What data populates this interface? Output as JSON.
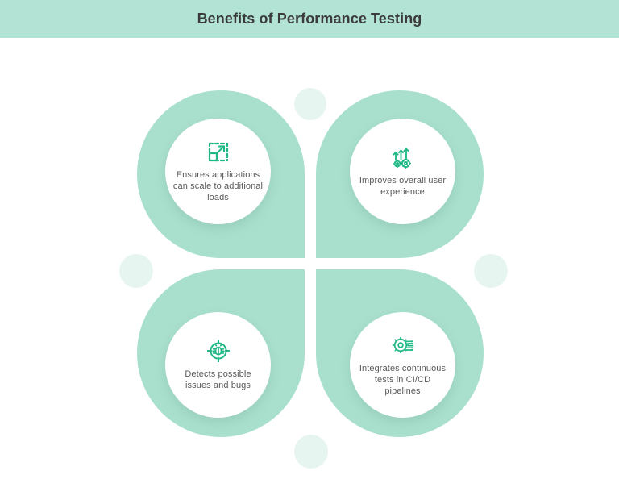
{
  "header": {
    "title": "Benefits of Performance Testing",
    "band_color": "#b3e3d4",
    "title_color": "#3b3b3b"
  },
  "theme": {
    "petal_color": "#a9e0cd",
    "decorative_circle_color": "#e7f5f0",
    "icon_color": "#22b886",
    "card_background": "#ffffff",
    "body_text_color": "#595959",
    "page_background": "#ffffff"
  },
  "infographic": {
    "layout": "four-petal-quadrant",
    "cards": [
      {
        "position": "top-left",
        "icon": "scale-resize-icon",
        "text": "Ensures applications can scale to additional loads"
      },
      {
        "position": "top-right",
        "icon": "growth-arrows-gears-icon",
        "text": "Improves overall user experience"
      },
      {
        "position": "bottom-left",
        "icon": "bug-target-icon",
        "text": "Detects possible issues and bugs"
      },
      {
        "position": "bottom-right",
        "icon": "gear-circuit-icon",
        "text": "Integrates continuous tests in CI/CD pipelines"
      }
    ],
    "decorative_circles": [
      "top",
      "left",
      "right",
      "bottom"
    ]
  }
}
